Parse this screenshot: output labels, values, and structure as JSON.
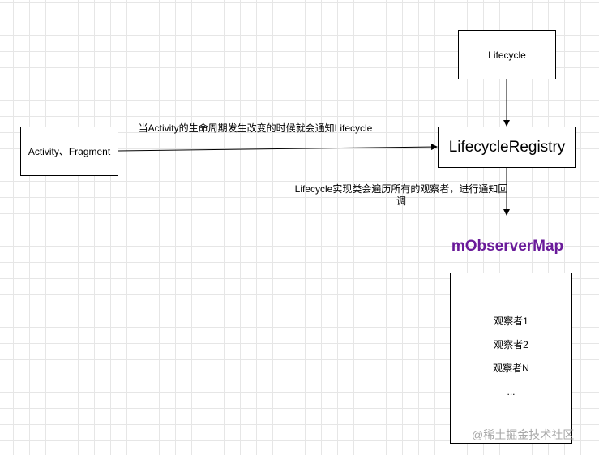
{
  "nodes": {
    "lifecycle": "Lifecycle",
    "registry": "LifecycleRegistry",
    "activity": "Activity、Fragment",
    "observer_map": {
      "title": "mObserverMap",
      "items": [
        "观察者1",
        "观察者2",
        "观察者N",
        "..."
      ]
    }
  },
  "edges": {
    "activity_to_registry": "当Activity的生命周期发生改变的时候就会通知Lifecycle",
    "registry_to_map": "Lifecycle实现类会遍历所有的观察者，进行通知回调"
  },
  "watermark": "@稀土掘金技术社区",
  "colors": {
    "title_purple": "#6a1b9a",
    "stroke": "#000000",
    "grid": "#e6e6e6",
    "watermark": "#a8a8a8"
  }
}
